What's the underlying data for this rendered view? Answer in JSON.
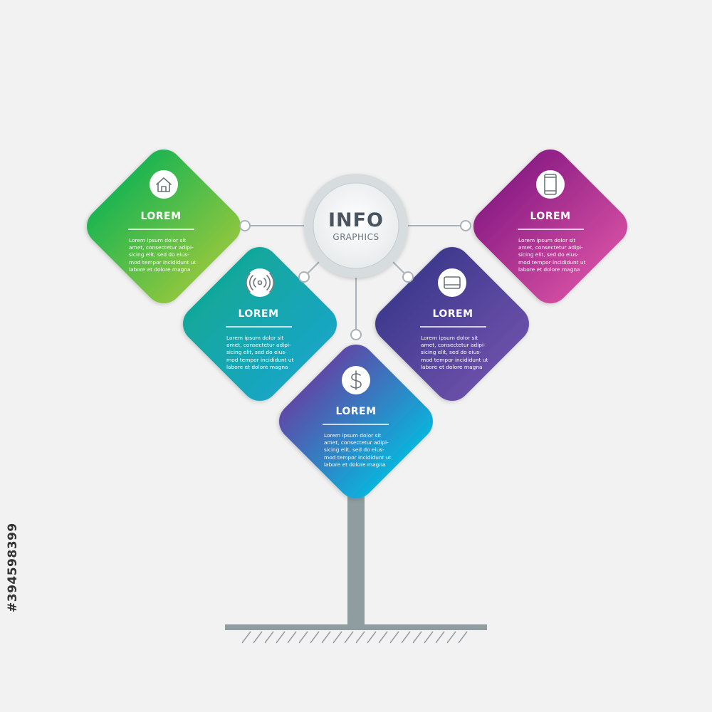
{
  "center": {
    "title": "INFO",
    "subtitle": "GRAPHICS"
  },
  "cards": [
    {
      "id": "home",
      "title": "LOREM",
      "body": "Lorem ipsum dolor sit\namet, consectetur adipi-\nsicing elit, sed do eius-\nmod tempor incididunt ut\nlabore et dolore magna",
      "icon": "house-icon",
      "gradient": [
        "#1fb552",
        "#8cc63f"
      ]
    },
    {
      "id": "signal",
      "title": "LOREM",
      "body": "Lorem ipsum dolor sit\namet, consectetur adipi-\nsicing elit, sed do eius-\nmod tempor incididunt ut\nlabore et dolore magna",
      "icon": "wireless-signal-icon",
      "gradient": [
        "#11a79a",
        "#1aa6c4"
      ]
    },
    {
      "id": "money",
      "title": "LOREM",
      "body": "Lorem ipsum dolor sit\namet, consectetur adipi-\nsicing elit, sed do eius-\nmod tempor incididunt ut\nlabore et dolore magna",
      "icon": "dollar-icon",
      "gradient": [
        "#5e4aa8",
        "#0bb3dc"
      ]
    },
    {
      "id": "card",
      "title": "LOREM",
      "body": "Lorem ipsum dolor sit\namet, consectetur adipi-\nsicing elit, sed do eius-\nmod tempor incididunt ut\nlabore et dolore magna",
      "icon": "credit-card-icon",
      "gradient": [
        "#3f3a8f",
        "#6a4fa8"
      ]
    },
    {
      "id": "phone",
      "title": "LOREM",
      "body": "Lorem ipsum dolor sit\namet, consectetur adipi-\nsicing elit, sed do eius-\nmod tempor incididunt ut\nlabore et dolore magna",
      "icon": "smartphone-icon",
      "gradient": [
        "#8e1f86",
        "#cf4ba0"
      ]
    }
  ],
  "stock_id": "#394598399",
  "colors": {
    "background": "#f2f2f2",
    "connector": "#a8b2b8",
    "stem": "#8f9da0",
    "center_ring": "#d7dcdf"
  }
}
